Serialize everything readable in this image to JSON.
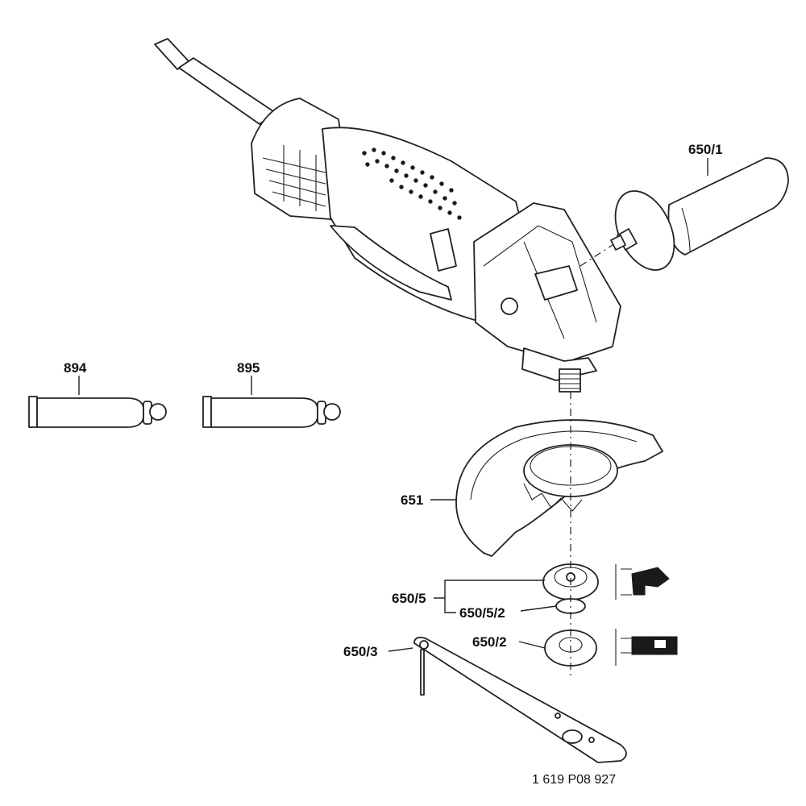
{
  "labels": {
    "handle": "650/1",
    "brush_1": "894",
    "brush_2": "895",
    "guard": "651",
    "flange_assembly": "650/5",
    "flange_ring": "650/5/2",
    "clamp_nut": "650/2",
    "spanner": "650/3"
  },
  "document_number": "1 619 P08 927"
}
